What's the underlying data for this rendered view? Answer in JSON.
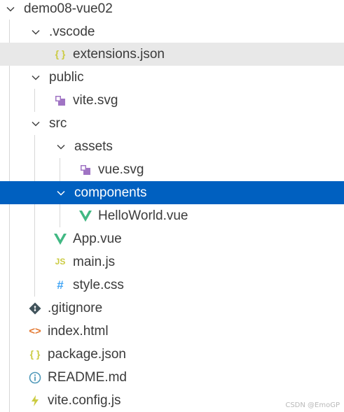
{
  "tree": {
    "root": "demo08-vue02",
    "vscode": ".vscode",
    "extensions": "extensions.json",
    "public": "public",
    "vite_svg": "vite.svg",
    "src": "src",
    "assets": "assets",
    "vue_svg": "vue.svg",
    "components": "components",
    "helloworld": "HelloWorld.vue",
    "app_vue": "App.vue",
    "main_js": "main.js",
    "style_css": "style.css",
    "gitignore": ".gitignore",
    "index_html": "index.html",
    "package_json": "package.json",
    "readme": "README.md",
    "vite_config": "vite.config.js"
  },
  "icon_glyphs": {
    "json": "{ }",
    "js": "JS",
    "css": "#",
    "html": "<>"
  },
  "colors": {
    "selected_bg": "#0060c0",
    "hover_bg": "#e8e8e8",
    "json_icon": "#cbcb41",
    "vue_green": "#41b883",
    "svg_purple": "#a074c4",
    "js_yellow": "#cbcb41",
    "css_blue": "#42a5f5",
    "html_orange": "#e37933",
    "git_dark": "#41535b",
    "info_blue": "#519aba"
  },
  "watermark": "CSDN @EmoGP"
}
